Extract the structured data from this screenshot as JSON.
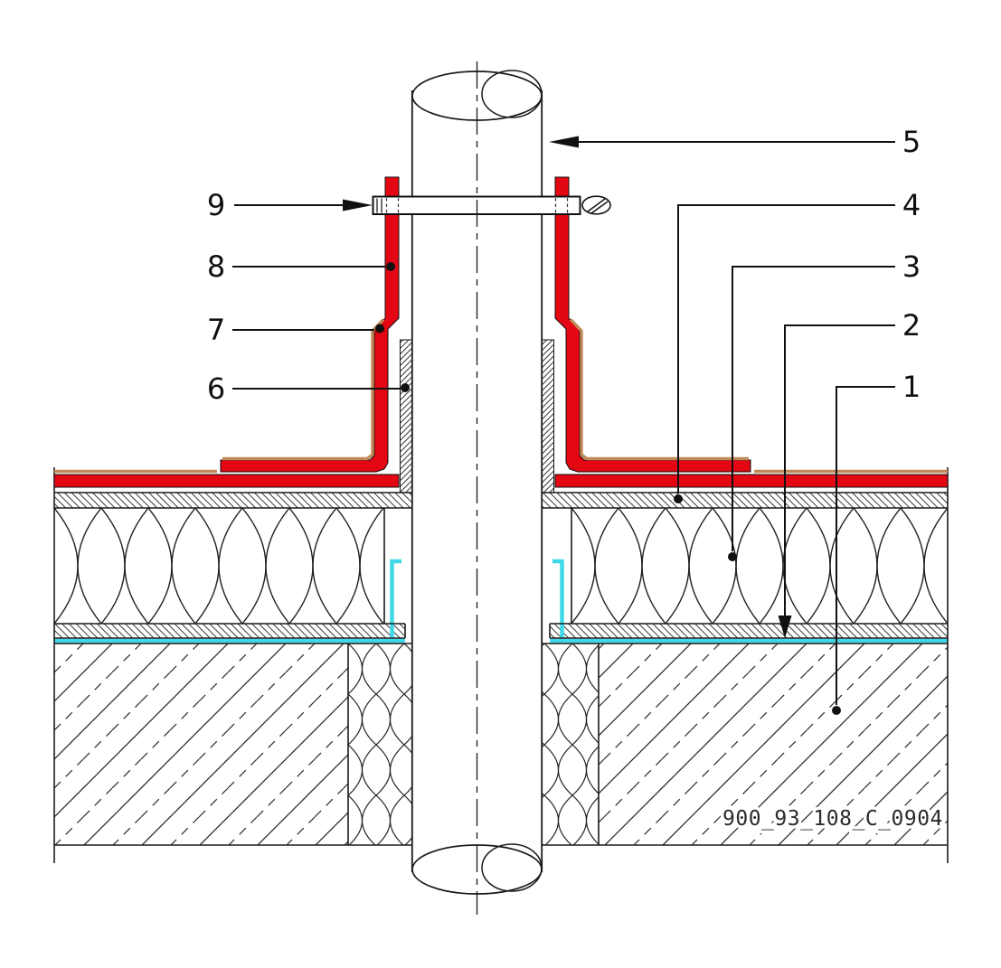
{
  "labels": {
    "n1": "1",
    "n2": "2",
    "n3": "3",
    "n4": "4",
    "n5": "5",
    "n6": "6",
    "n7": "7",
    "n8": "8",
    "n9": "9"
  },
  "drawing_number": "900_93_108_C_0904",
  "colors": {
    "membrane-red": "#e30613",
    "protection-brown": "#bf8a56",
    "vapor-barrier-cyan": "#40d8e8",
    "line-black": "#1a1a1a"
  }
}
